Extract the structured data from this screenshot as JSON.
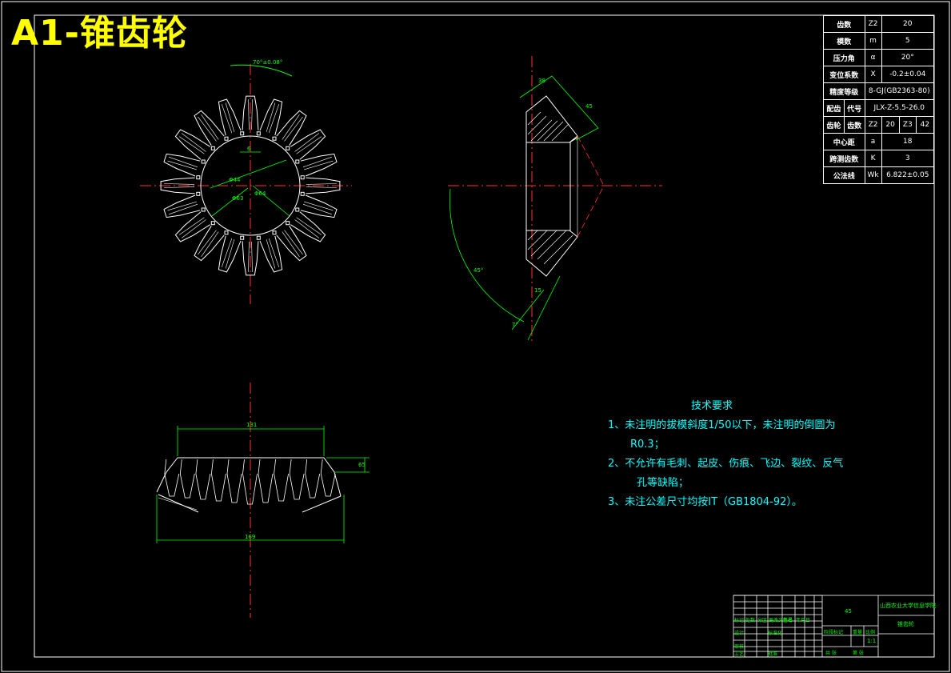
{
  "title": "A1-锥齿轮",
  "notes": {
    "heading": "技术要求",
    "lines": [
      "1、未注明的拔模斜度1/50以下，未注明的倒圆为",
      "R0.3；",
      "2、不允许有毛刺、起皮、伤痕、飞边、裂纹、反气",
      "孔等缺陷；",
      "3、未注公差尺寸均按IT（GB1804-92）。"
    ]
  },
  "params": [
    {
      "label": "齿数",
      "sym": "Z2",
      "value": "20"
    },
    {
      "label": "模数",
      "sym": "m",
      "value": "5"
    },
    {
      "label": "压力角",
      "sym": "α",
      "value": "20°"
    },
    {
      "label": "变位系数",
      "sym": "X",
      "value": "-0.2±0.04"
    },
    {
      "label": "精度等级",
      "sym": "",
      "value": "8-GJ(GB2363-80)"
    },
    {
      "label": "配齿",
      "sub": "代号",
      "sym": "",
      "value": "JLX-Z-5.5-26.0"
    },
    {
      "label": "齿轮",
      "sub": "齿数",
      "sym": "Z2",
      "value": "20",
      "sym2": "Z3",
      "value2": "42"
    },
    {
      "label": "中心距",
      "sym": "a",
      "value": "18"
    },
    {
      "label": "跨测齿数",
      "sym": "K",
      "value": "3"
    },
    {
      "label": "公法线",
      "sym": "Wk",
      "value": "6.822±0.05"
    }
  ],
  "dims": {
    "top_angle": "70°±0.08°",
    "d1": "Φ44",
    "d2": "Φ63",
    "d3": "Φ64",
    "w1": "6",
    "side_a": "38",
    "side_b": "45",
    "angle_side": "45°",
    "side_c": "7°",
    "side_d": "15",
    "front_top": "131",
    "front_h": "65",
    "front_bottom": "169"
  },
  "title_block": {
    "company": "山西农业大学信息学院",
    "part_name": "锥齿轮",
    "material": "45",
    "labels": [
      "标记",
      "处数",
      "分区",
      "更改文件号",
      "签名",
      "年月日",
      "设计",
      "标准化",
      "阶段标记",
      "重量",
      "比例",
      "审核",
      "工艺",
      "批准",
      "共 张",
      "第 张"
    ],
    "scale": "1:1"
  }
}
